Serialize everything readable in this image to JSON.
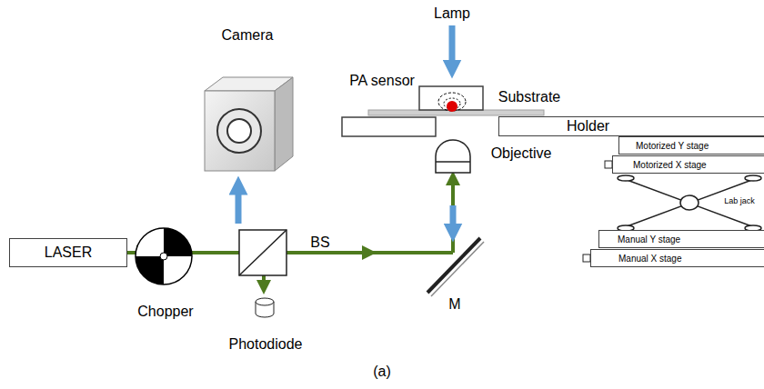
{
  "diagram": {
    "nodes": [
      {
        "text": [
          "LASER"
        ]
      },
      {
        "text": [
          "Holder"
        ]
      },
      {
        "text": [
          "Motorized Y stage"
        ]
      },
      {
        "text": [
          "Motorized X stage"
        ]
      },
      {
        "text": [
          "Manual Y stage"
        ]
      },
      {
        "text": [
          "Manual X stage"
        ]
      }
    ],
    "labels": [
      "Camera",
      "Lamp",
      "PA sensor",
      "Substrate",
      "Objective",
      "BS",
      "M",
      "Chopper",
      "Photodiode",
      "Lab jack",
      "(a)"
    ]
  }
}
